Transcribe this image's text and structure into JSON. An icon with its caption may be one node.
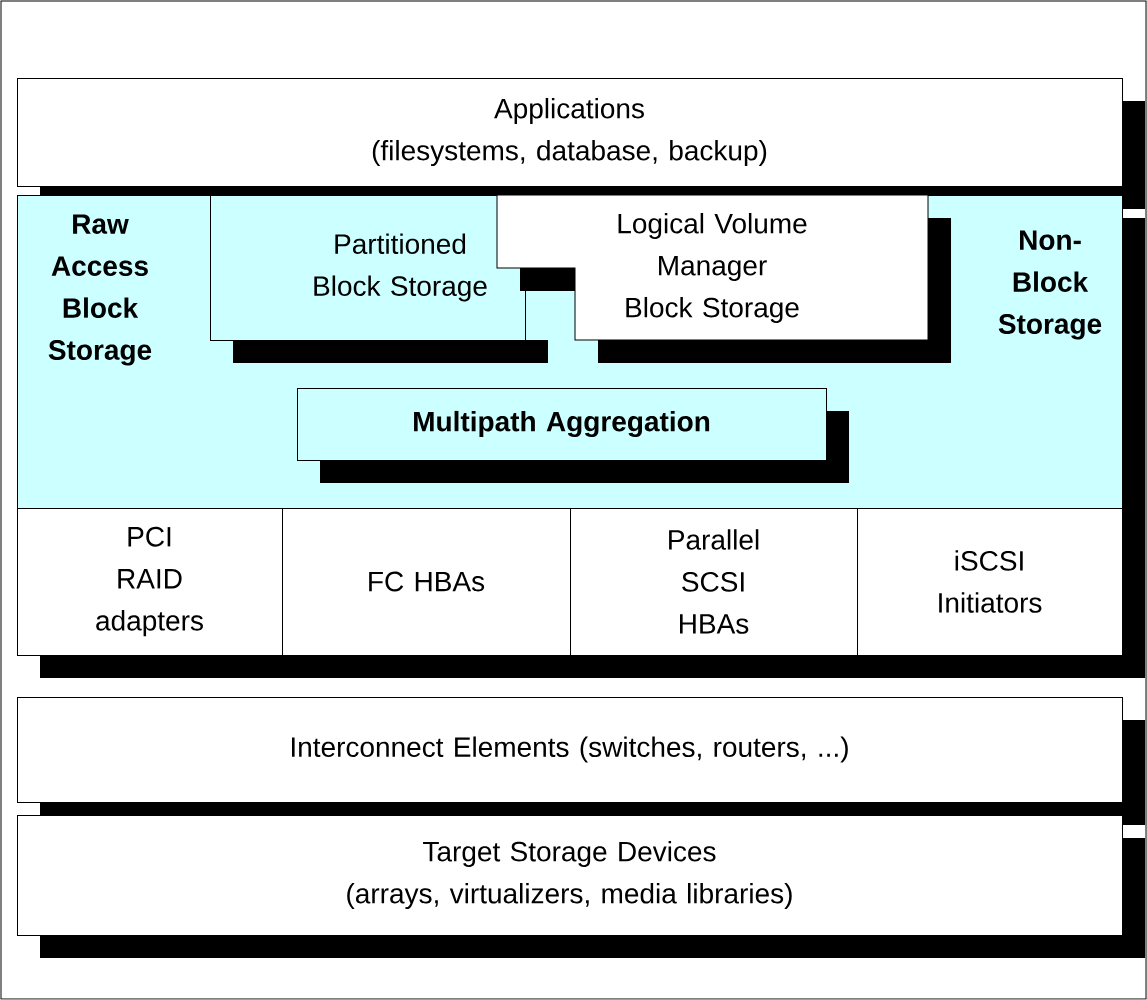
{
  "diagram": {
    "nodes": [
      {
        "text": [
          "Applications",
          "(filesystems, database, backup)"
        ]
      },
      {
        "text": [
          "Raw Access Block Storage",
          "Non-Block Storage"
        ]
      },
      {
        "text": [
          "Partitioned Block Storage"
        ],
        "in": 1
      },
      {
        "text": [
          "Logical Volume Manager Block Storage"
        ],
        "in": 1
      },
      {
        "text": [
          "Multipath Aggregation"
        ],
        "in": 1
      },
      {
        "text": [
          "PCI RAID adapters"
        ]
      },
      {
        "text": [
          "FC HBAs"
        ]
      },
      {
        "text": [
          "Parallel SCSI HBAs"
        ]
      },
      {
        "text": [
          "iSCSI Initiators"
        ]
      },
      {
        "text": [
          "Interconnect Elements (switches, routers, ...)"
        ]
      },
      {
        "text": [
          "Target Storage Devices",
          "(arrays, virtualizers, media libraries)"
        ]
      }
    ]
  }
}
